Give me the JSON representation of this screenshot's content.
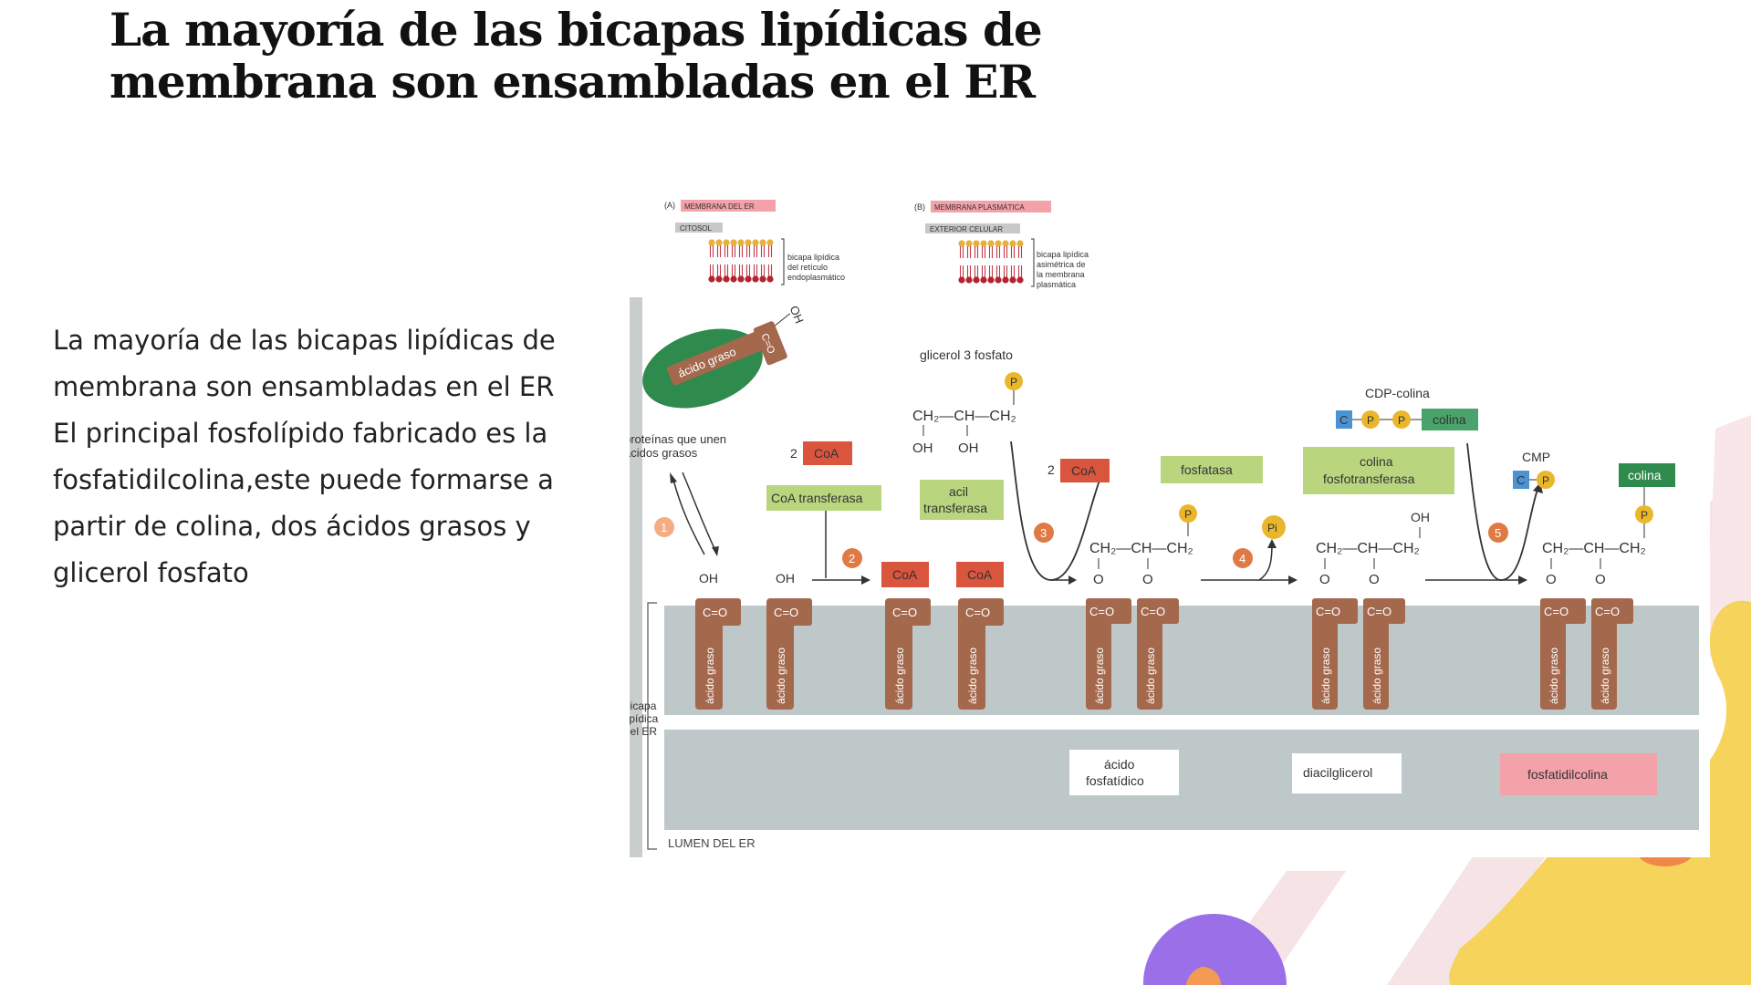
{
  "slide": {
    "title_lines": [
      "La mayoría de las bicapas lipídicas de",
      "membrana son ensambladas en el ER"
    ],
    "body_lines": [
      "La mayoría de las bicapas lipídicas de",
      "membrana son ensambladas en el ER",
      "El principal fosfolípido fabricado es la",
      "fosfatidilcolina,este puede formarse a",
      "partir de colina, dos ácidos grasos y",
      "glicerol fosfato"
    ]
  },
  "figure": {
    "panel_a": {
      "letter": "(A)",
      "tag": "MEMBRANA DEL ER",
      "side": "CITOSOL",
      "desc": [
        "bicapa lipídica",
        "del retículo",
        "endoplasmático"
      ]
    },
    "panel_b": {
      "letter": "(B)",
      "tag": "MEMBRANA PLASMÁTICA",
      "side": "EXTERIOR CELULAR",
      "desc": [
        "bicapa lipídica",
        "asimétrica de",
        "la membrana",
        "plasmática"
      ]
    },
    "fatty_acid": "ácido graso",
    "oh": "OH",
    "co": "C=O",
    "coa": "CoA",
    "two": "2",
    "p": "P",
    "pi": "Pi",
    "c_letter": "C",
    "o_letter": "O",
    "binding_proteins": [
      "proteínas que unen",
      "ácidos grasos"
    ],
    "glycerol3p": "glicerol 3 fosfato",
    "ch2_ch_ch2": "CH₂—CH—CH₂",
    "enzymes": {
      "coa_transferase": "CoA transferasa",
      "acyl_transferase": [
        "acil",
        "transferasa"
      ],
      "phosphatase": "fosfatasa",
      "choline_phosphotransferase": [
        "colina",
        "fosfotransferasa"
      ]
    },
    "cdp_choline": "CDP-colina",
    "choline": "colina",
    "cmp": "CMP",
    "steps": [
      "1",
      "2",
      "3",
      "4",
      "5"
    ],
    "bilayer_label": [
      "bicapa",
      "lipídica",
      "del ER"
    ],
    "lumen": "LUMEN DEL ER",
    "products": {
      "phosphatidic_acid": [
        "ácido",
        "fosfatídico"
      ],
      "diacylglycerol": "diacilglicerol",
      "phosphatidylcholine": "fosfatidilcolina"
    },
    "colors": {
      "coa": "#d9553d",
      "green_box": "#b9d67f",
      "pink_tag": "#f3a2a9",
      "gray": "#bfc8c8",
      "brown": "#a4684c",
      "yellow": "#e9b62c",
      "blue": "#4d93d3",
      "dark_green": "#2f8a4e"
    }
  }
}
